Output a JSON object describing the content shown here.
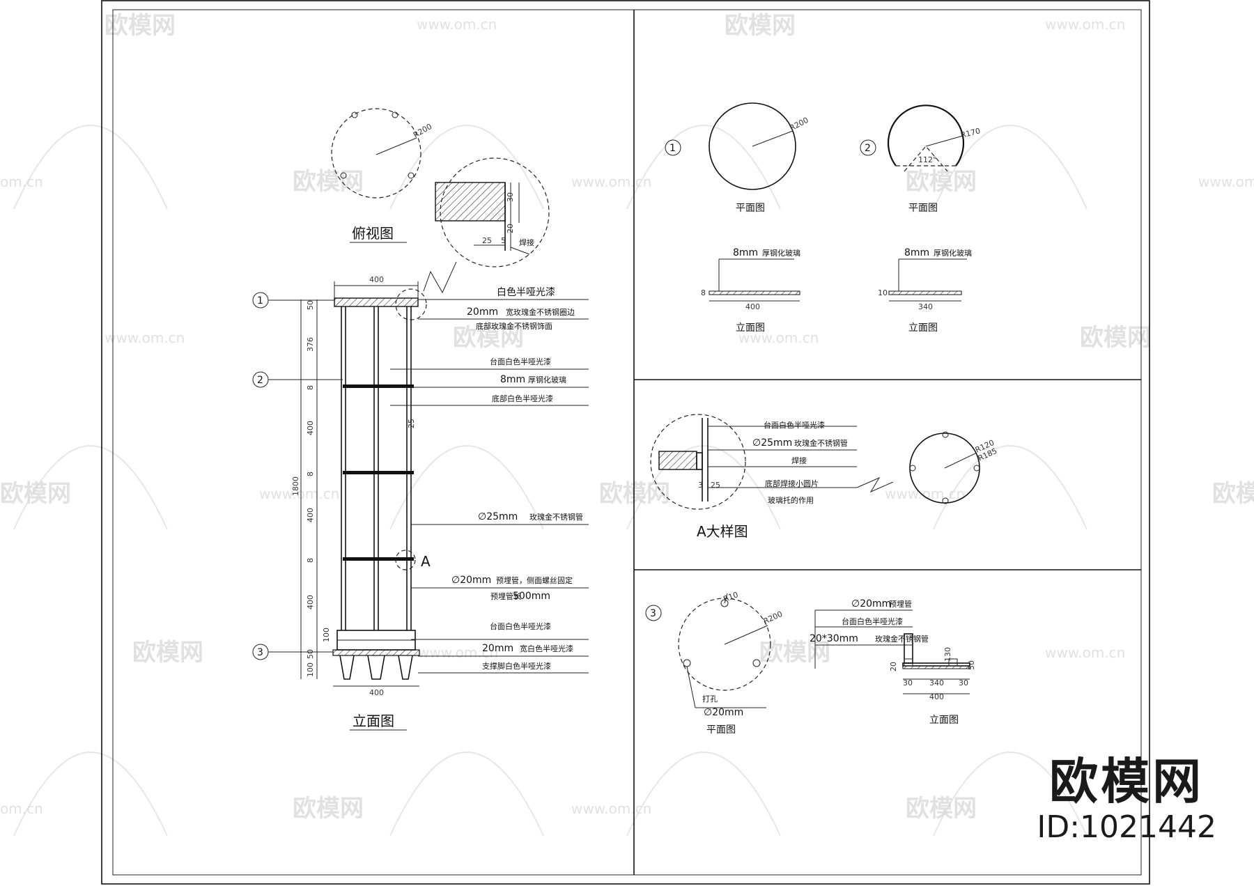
{
  "drawing": {
    "top_view": {
      "title": "俯视图",
      "radius": "R200",
      "detail": {
        "dim_30": "30",
        "dim_20": "20",
        "dim_25": "25",
        "dim_5": "5",
        "note": "焊接"
      }
    },
    "elevation": {
      "title": "立面图",
      "dim_top_width": "400",
      "dim_bottom_width": "400",
      "dims_vertical": [
        "50",
        "376",
        "8",
        "400",
        "8",
        "400",
        "8",
        "400",
        "100",
        "50",
        "100"
      ],
      "total_height": "1800",
      "dim_25": "25",
      "markers": [
        "1",
        "2",
        "3"
      ],
      "detail_marker": "A",
      "labels": {
        "l1": "白色半哑光漆",
        "l2_size": "20mm",
        "l2": "宽玫瑰金不锈钢圈边",
        "l3": "底部玫瑰金不锈钢饰面",
        "l4": "台面白色半哑光漆",
        "l5_size": "8mm",
        "l5": "厚钢化玻璃",
        "l6": "底部白色半哑光漆",
        "l7_size": "∅25mm",
        "l7": "玫瑰金不锈钢管",
        "l8_size": "∅20mm",
        "l8": "预埋管，侧面螺丝固定",
        "l9": "预埋管长",
        "l9_size": "500mm",
        "l10": "台面白色半哑光漆",
        "l11_size": "20mm",
        "l11": "宽白色半哑光漆",
        "l12": "支撑脚白色半哑光漆"
      }
    },
    "glass_1": {
      "marker": "1",
      "radius": "R200",
      "plan_title": "平面图",
      "label_size": "8mm",
      "label": "厚钢化玻璃",
      "thickness": "8",
      "width": "400",
      "elev_title": "立面图"
    },
    "glass_2": {
      "marker": "2",
      "radius": "R170",
      "angle": "112°",
      "plan_title": "平面图",
      "label_size": "8mm",
      "label": "厚钢化玻璃",
      "thickness": "10",
      "width": "340",
      "elev_title": "立面图"
    },
    "detail_a": {
      "title": "A大样图",
      "labels": {
        "a1": "台面白色半哑光漆",
        "a2_size": "∅25mm",
        "a2": "玫瑰金不锈钢管",
        "a3": "焊接",
        "a4": "底部焊接小圆片",
        "a5": "玻璃托的作用"
      },
      "dim_25": "25",
      "dim_3": "3",
      "r1": "R120",
      "r2": "R185"
    },
    "base_3": {
      "marker": "3",
      "r_hole": "R10",
      "radius": "R200",
      "plan_title": "平面图",
      "hole_label": "打孔",
      "hole_size": "∅20mm",
      "elev_title": "立面图",
      "label1_size": "∅20mm",
      "label1": "预埋管",
      "label2": "台面白色半哑光漆",
      "label3_size": "20*30mm",
      "label3": "玫瑰金不锈钢管",
      "dims": {
        "d30a": "30",
        "d340": "340",
        "d30b": "30",
        "d400": "400",
        "d20": "20",
        "d130": "130",
        "d50": "50"
      }
    }
  },
  "watermark": {
    "brand": "欧模网",
    "url": "www.om.cn",
    "url_short": "om.cn"
  },
  "brand": {
    "logo": "欧模网",
    "id": "ID:1021442"
  }
}
